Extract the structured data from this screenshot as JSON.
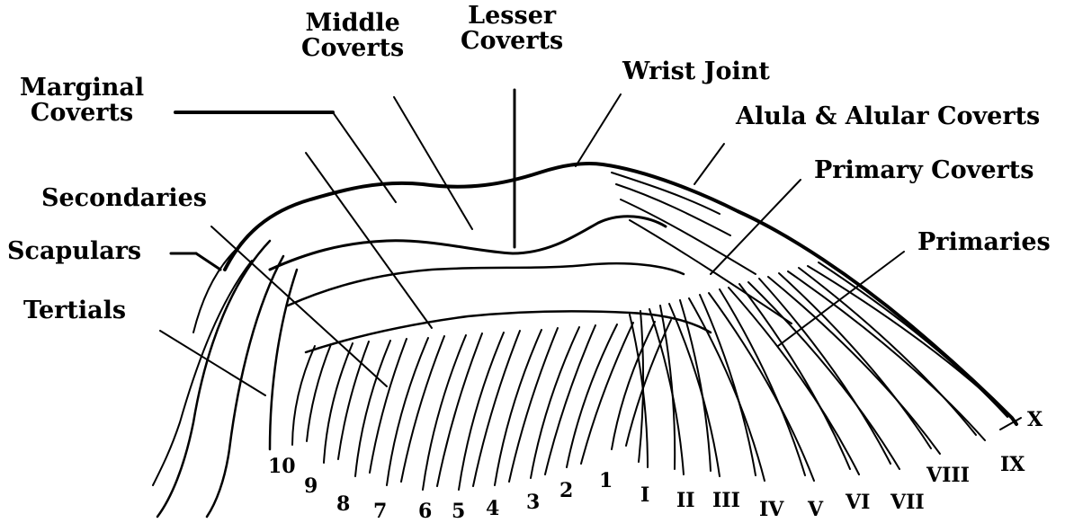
{
  "labels": {
    "marginal_coverts": [
      "Marginal",
      "Coverts"
    ],
    "middle_coverts": [
      "Middle",
      "Coverts"
    ],
    "lesser_coverts": [
      "Lesser",
      "Coverts"
    ],
    "wrist_joint": "Wrist Joint",
    "alula": "Alula & Alular Coverts",
    "primary_coverts": "Primary Coverts",
    "primaries": "Primaries",
    "secondaries": "Secondaries",
    "scapulars": "Scapulars",
    "tertials": "Tertials"
  },
  "secondary_numbers": [
    "10",
    "9",
    "8",
    "7",
    "6",
    "5",
    "4",
    "3",
    "2",
    "1"
  ],
  "primary_numbers": [
    "I",
    "II",
    "III",
    "IV",
    "V",
    "VI",
    "VII",
    "VIII",
    "IX",
    "X"
  ]
}
